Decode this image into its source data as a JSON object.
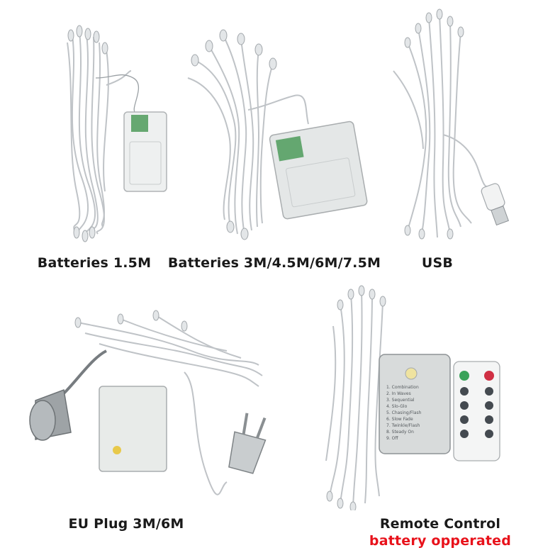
{
  "products": [
    {
      "id": "batteries-1-5m",
      "caption": "Batteries 1.5M"
    },
    {
      "id": "batteries-multi",
      "caption": "Batteries 3M/4.5M/6M/7.5M"
    },
    {
      "id": "usb",
      "caption": "USB"
    },
    {
      "id": "eu-plug",
      "caption": "EU Plug 3M/6M"
    },
    {
      "id": "remote-control",
      "caption": "Remote Control",
      "subcaption": "battery opperated"
    }
  ],
  "remote_box_menu": [
    "1. Combination",
    "2. In Waves",
    "3. Sequential",
    "4. Slo-Glo",
    "5. Chasing/Flash",
    "6. Slow Fade",
    "7. Twinkle/Flash",
    "8. Steady On",
    "9. Off"
  ],
  "colors": {
    "caption": "#1a1a1a",
    "accent_red": "#e8121b",
    "wire": "#b8bcc0",
    "box": "#e6e8e6"
  }
}
